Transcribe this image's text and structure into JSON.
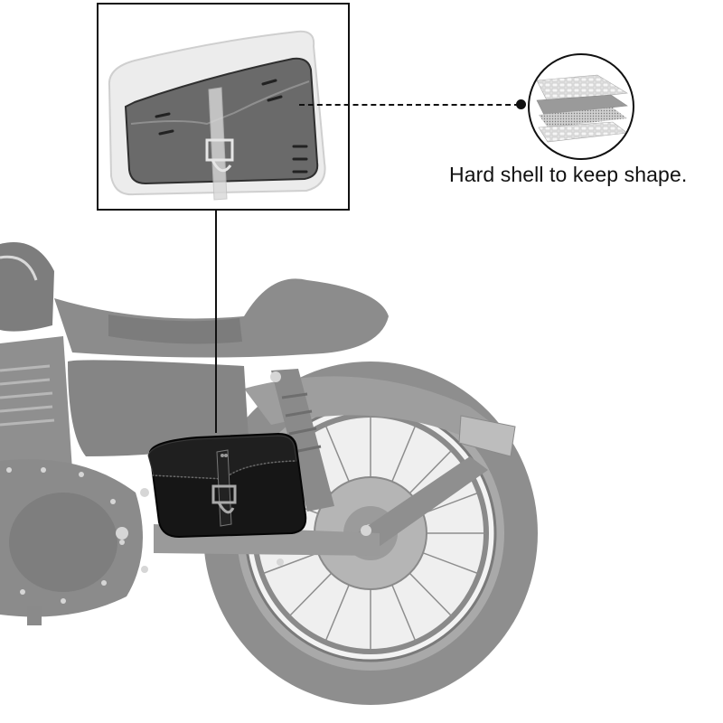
{
  "callout": {
    "caption": "Hard shell to keep shape.",
    "feature": "hard-shell",
    "inset_label": "saddle bag shell insert",
    "layers_label": "shell material layers"
  },
  "product": {
    "name": "motorcycle saddle bag",
    "color": "#1a1a1a",
    "mounted_on": "motorcycle swingarm"
  },
  "colors": {
    "background": "#ffffff",
    "line": "#111111",
    "motorcycle_gray": "#9a9a9a",
    "bag_black": "#161616"
  }
}
